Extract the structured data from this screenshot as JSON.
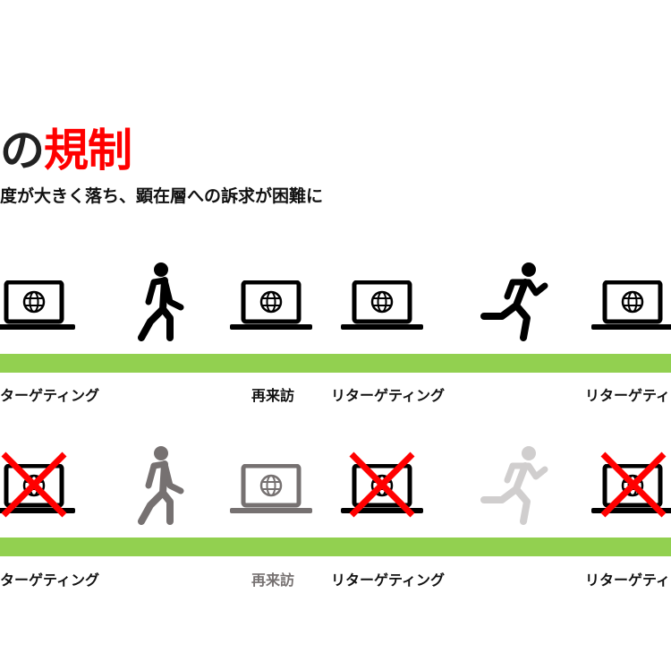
{
  "title": {
    "prefix": "の",
    "highlight": "規制"
  },
  "subtitle": "度が大きく落ち、顕在層への訴求が困難に",
  "colors": {
    "accent": "#ff0000",
    "bar": "#92d050",
    "gray": "#767171",
    "light_gray": "#d0cece"
  },
  "row1": {
    "labels": [
      "ターゲティング",
      "再来訪",
      "リターゲティング",
      "リターゲティン"
    ]
  },
  "row2": {
    "labels": [
      "ターゲティング",
      "再来訪",
      "リターゲティング",
      "リターゲティン"
    ]
  }
}
